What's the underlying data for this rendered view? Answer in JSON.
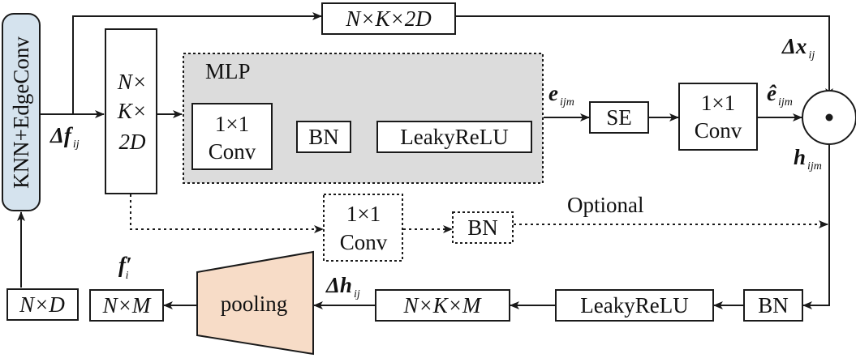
{
  "colors": {
    "mlp_fill": "#dcdcdc",
    "knn_fill": "#d5e3ee",
    "pooling_fill": "#f7dcc7",
    "line": "#1a1a1a"
  },
  "nodes": {
    "knn_edgeconv": "KNN+EdgeConv",
    "top_shape": "N×K×2D",
    "tall_shape": [
      "N×",
      "K×",
      "2D"
    ],
    "mlp_title": "MLP",
    "mlp_conv": [
      "1×1",
      "Conv"
    ],
    "mlp_bn": "BN",
    "mlp_leaky": "LeakyReLU",
    "se": "SE",
    "conv_after_se": [
      "1×1",
      "Conv"
    ],
    "opt_conv": [
      "1×1",
      "Conv"
    ],
    "opt_bn": "BN",
    "optional_label": "Optional",
    "bottom_bn": "BN",
    "bottom_leaky": "LeakyReLU",
    "bottom_shape": "N×K×M",
    "pooling": "pooling",
    "out_shape": "N×M",
    "in_shape": "N×D",
    "odot": "⊙"
  },
  "edge_labels": {
    "delta_f": {
      "main": "Δf",
      "sub": "ij"
    },
    "delta_x": {
      "main": "Δx",
      "sub": "ij"
    },
    "e_ijm": {
      "main": "e",
      "sub": "ijm"
    },
    "e_hat_ijm": {
      "main": "ê",
      "sub": "ijm"
    },
    "h_ijm": {
      "main": "h",
      "sub": "ijm"
    },
    "delta_h": {
      "main": "Δh",
      "sub": "ij"
    },
    "f_prime": {
      "main": "f′",
      "sub": "i"
    }
  }
}
